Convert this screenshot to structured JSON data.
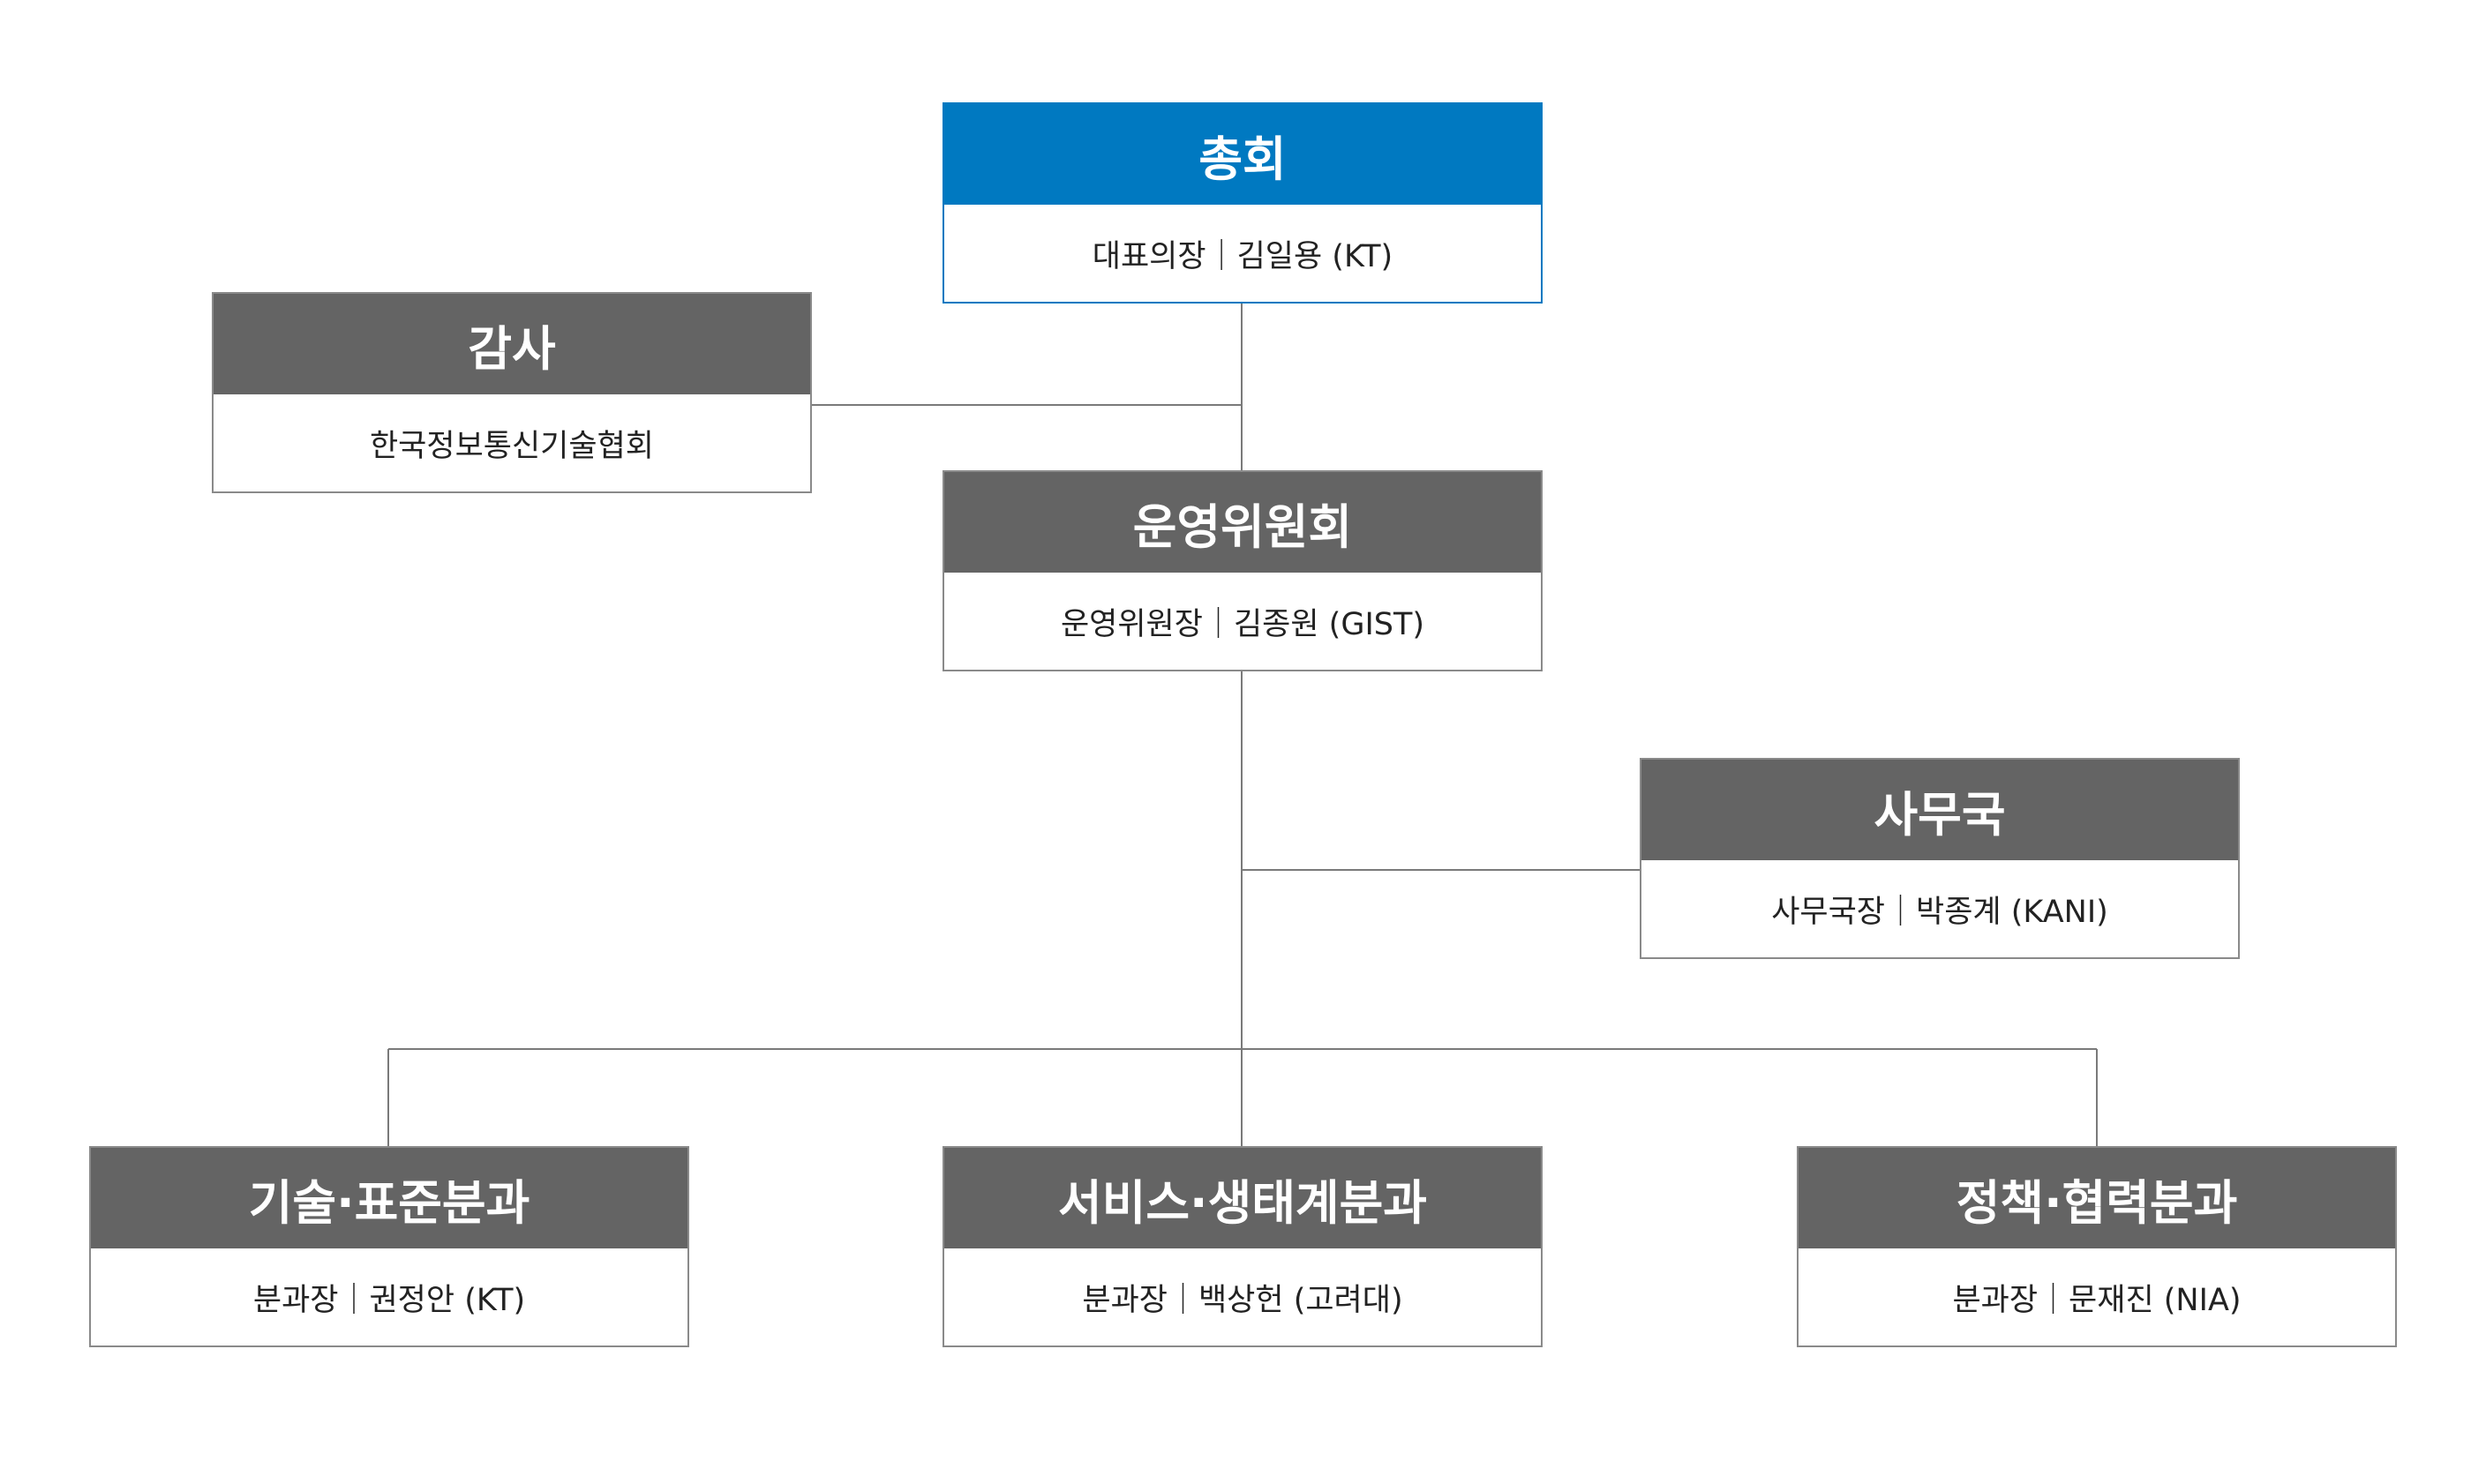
{
  "colors": {
    "primary_header": "#0079c1",
    "secondary_header": "#646464",
    "connector": "#7a7a7a"
  },
  "nodes": {
    "general_assembly": {
      "title": "총회",
      "detail": "대표의장｜김일용 (KT)"
    },
    "audit": {
      "title": "감사",
      "detail": "한국정보통신기술협회"
    },
    "steering_committee": {
      "title": "운영위원회",
      "detail": "운영위원장｜김종원 (GIST)"
    },
    "secretariat": {
      "title": "사무국",
      "detail": "사무국장｜박종계 (KANI)"
    },
    "tech_standard": {
      "title": "기술·표준분과",
      "detail": "분과장｜권정안 (KT)"
    },
    "service_ecosystem": {
      "title": "서비스·생태계분과",
      "detail": "분과장｜백상헌 (고려대)"
    },
    "policy_cooperation": {
      "title": "정책·협력분과",
      "detail": "분과장｜문재진 (NIA)"
    }
  }
}
